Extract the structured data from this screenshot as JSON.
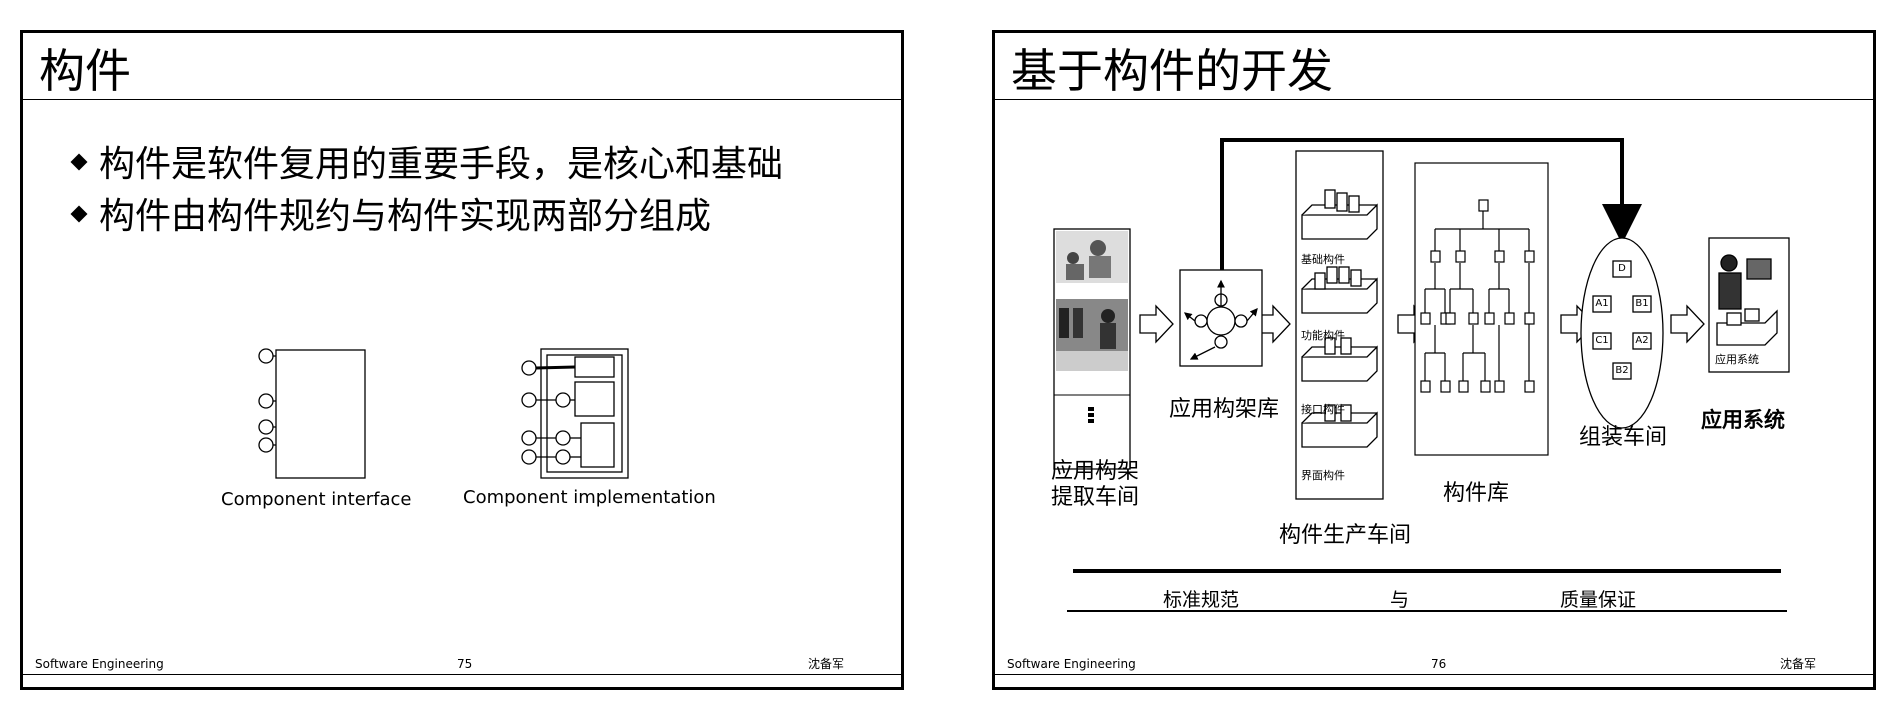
{
  "slides": [
    {
      "title": "构件",
      "bullets": [
        "构件是软件复用的重要手段，是核心和基础",
        "构件由构件规约与构件实现两部分组成"
      ],
      "captions": {
        "interface": "Component  interface",
        "implementation": "Component  implementation"
      },
      "footer": {
        "course": "Software Engineering",
        "page": "75",
        "author": "沈备军"
      }
    },
    {
      "title": "基于构件的开发",
      "labels": {
        "extract_workshop_line1": "应用构架",
        "extract_workshop_line2": "提取车间",
        "framework_library": "应用构架库",
        "production_workshop": "构件生产车间",
        "component_library": "构件库",
        "assembly_workshop": "组装车间",
        "application_system": "应用系统",
        "app_system_small": "应用系统"
      },
      "shelves": [
        "基础构件",
        "功能构件",
        "接口构件",
        "界面构件"
      ],
      "assembly_boxes": [
        "D",
        "A1",
        "B1",
        "C1",
        "A2",
        "B2"
      ],
      "standards": {
        "left": "标准规范",
        "middle": "与",
        "right": "质量保证"
      },
      "footer": {
        "course": "Software Engineering",
        "page": "76",
        "author": "沈备军"
      }
    }
  ]
}
